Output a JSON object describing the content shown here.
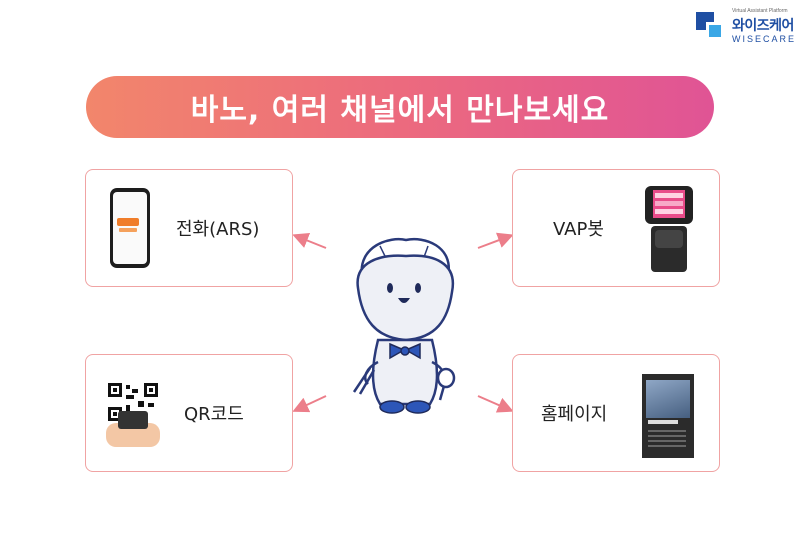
{
  "logo": {
    "tagline": "Virtual Assistant Platform",
    "name_kr": "와이즈케어",
    "name_en": "WISECARE"
  },
  "banner": {
    "title": "바노, 여러 채널에서 만나보세요"
  },
  "channels": [
    {
      "id": "phone",
      "label": "전화(ARS)",
      "icon": "smartphone-icon"
    },
    {
      "id": "vap",
      "label": "VAP봇",
      "icon": "robot-kiosk-icon"
    },
    {
      "id": "qr",
      "label": "QR코드",
      "icon": "qr-code-icon"
    },
    {
      "id": "web",
      "label": "홈페이지",
      "icon": "homepage-icon"
    }
  ],
  "colors": {
    "banner_start": "#f2866b",
    "banner_end": "#e05495",
    "card_border": "#f0a3a3",
    "arrow": "#ec7e8a",
    "brand_blue": "#1f4fa3"
  }
}
